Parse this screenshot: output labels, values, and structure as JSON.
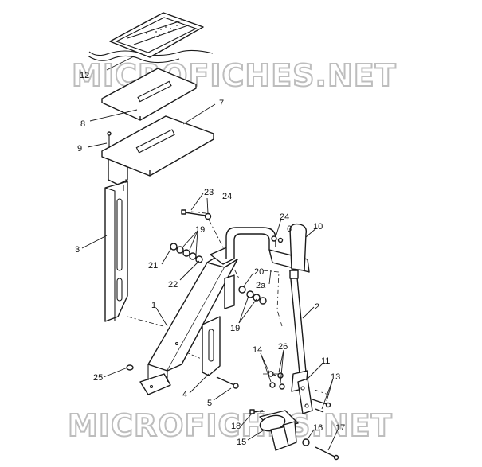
{
  "watermark": {
    "top_text": "MICROFICHES.NET",
    "bottom_text": "MICROFICHES.NET"
  },
  "callouts": [
    {
      "id": "c12",
      "text": "12"
    },
    {
      "id": "c8",
      "text": "8"
    },
    {
      "id": "c7",
      "text": "7"
    },
    {
      "id": "c9",
      "text": "9"
    },
    {
      "id": "c3",
      "text": "3"
    },
    {
      "id": "c23",
      "text": "23"
    },
    {
      "id": "c24a",
      "text": "24"
    },
    {
      "id": "c19a",
      "text": "19"
    },
    {
      "id": "c21",
      "text": "21"
    },
    {
      "id": "c22",
      "text": "22"
    },
    {
      "id": "c24b",
      "text": "24"
    },
    {
      "id": "c6",
      "text": "6"
    },
    {
      "id": "c10",
      "text": "10"
    },
    {
      "id": "c20",
      "text": "20"
    },
    {
      "id": "c2a",
      "text": "2a"
    },
    {
      "id": "c2",
      "text": "2"
    },
    {
      "id": "c1",
      "text": "1"
    },
    {
      "id": "c19b",
      "text": "19"
    },
    {
      "id": "c14",
      "text": "14"
    },
    {
      "id": "c26",
      "text": "26"
    },
    {
      "id": "c11",
      "text": "11"
    },
    {
      "id": "c13",
      "text": "13"
    },
    {
      "id": "c25",
      "text": "25"
    },
    {
      "id": "c4",
      "text": "4"
    },
    {
      "id": "c5",
      "text": "5"
    },
    {
      "id": "c18",
      "text": "18"
    },
    {
      "id": "c15",
      "text": "15"
    },
    {
      "id": "c16",
      "text": "16"
    },
    {
      "id": "c17",
      "text": "17"
    }
  ]
}
